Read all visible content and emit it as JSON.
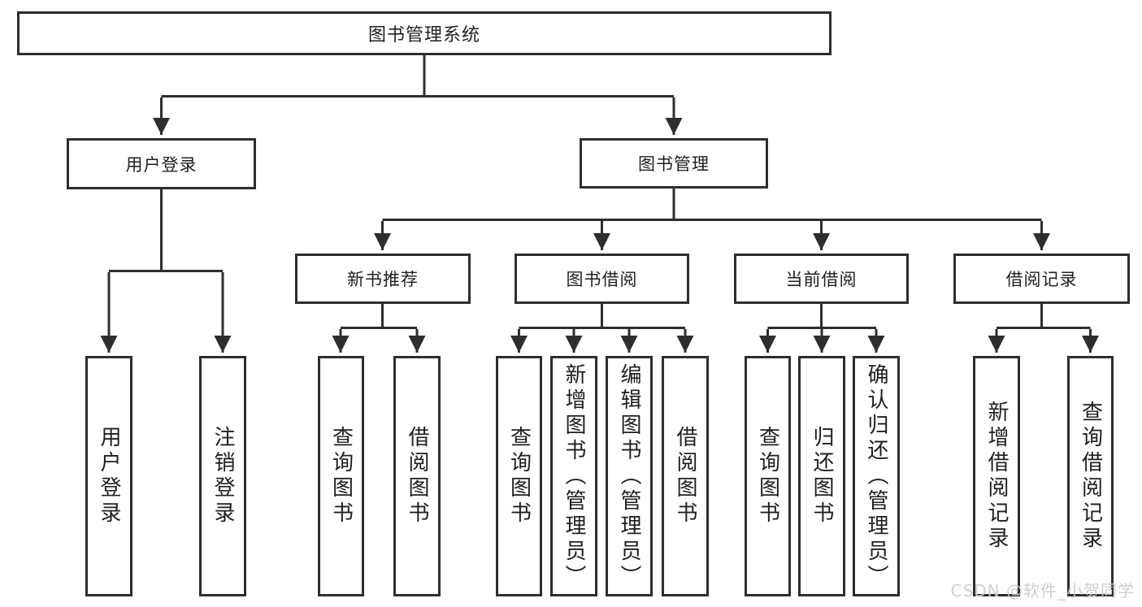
{
  "diagram": {
    "root": {
      "label": "图书管理系统"
    },
    "level2": {
      "user_login": {
        "label": "用户登录"
      },
      "book_mgmt": {
        "label": "图书管理"
      }
    },
    "level3": {
      "new_book_rec": {
        "label": "新书推荐"
      },
      "book_borrow": {
        "label": "图书借阅"
      },
      "current_borrow": {
        "label": "当前借阅"
      },
      "borrow_records": {
        "label": "借阅记录"
      }
    },
    "leaves": {
      "user_login": {
        "label": "用户登录"
      },
      "logout": {
        "label": "注销登录"
      },
      "rec_query_books": {
        "label": "查询图书"
      },
      "rec_borrow_books": {
        "label": "借阅图书"
      },
      "bb_query_books": {
        "label": "查询图书"
      },
      "bb_add_books": {
        "label": "新增图书（管理员）"
      },
      "bb_edit_books": {
        "label": "编辑图书（管理员）"
      },
      "bb_borrow_books": {
        "label": "借阅图书"
      },
      "cb_query_books": {
        "label": "查询图书"
      },
      "cb_return_books": {
        "label": "归还图书"
      },
      "cb_confirm_return": {
        "label": "确认归还（管理员）"
      },
      "br_add_record": {
        "label": "新增借阅记录"
      },
      "br_query_record": {
        "label": "查询借阅记录"
      }
    },
    "watermark": "CSDN @软件_小贺同学",
    "colors": {
      "line": "#2e2e2e",
      "border": "#2e2e2e",
      "text": "#1f1f1f",
      "watermark": "#cbcbcb",
      "background": "#ffffff"
    }
  }
}
